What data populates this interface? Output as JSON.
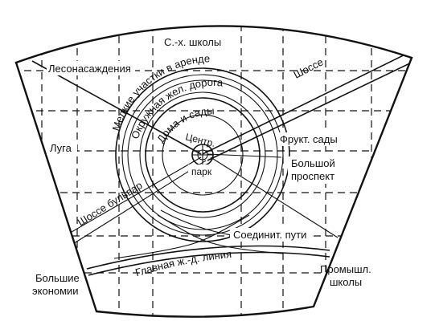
{
  "labels": {
    "schools": "С.-х. школы",
    "forest": "Лесонасаждения",
    "highway_top": "Шоссе",
    "small_plots": "Мелкие участки в аренде",
    "ring_rail": "Окружная жел. дорога",
    "houses_gardens": "Дома и сады",
    "center": "Центр.",
    "park": "парк",
    "orchards": "Фрукт. сады",
    "meadows": "Луга",
    "big_avenue_1": "Большой",
    "big_avenue_2": "проспект",
    "highway_boulevard": "Шоссе бульвар",
    "connecting_tracks": "Соединит. пути",
    "main_rail": "Главная ж.-д. линия",
    "large_farms_1": "Большие",
    "large_farms_2": "экономии",
    "industrial_schools_1": "Промышл.",
    "industrial_schools_2": "школы"
  }
}
